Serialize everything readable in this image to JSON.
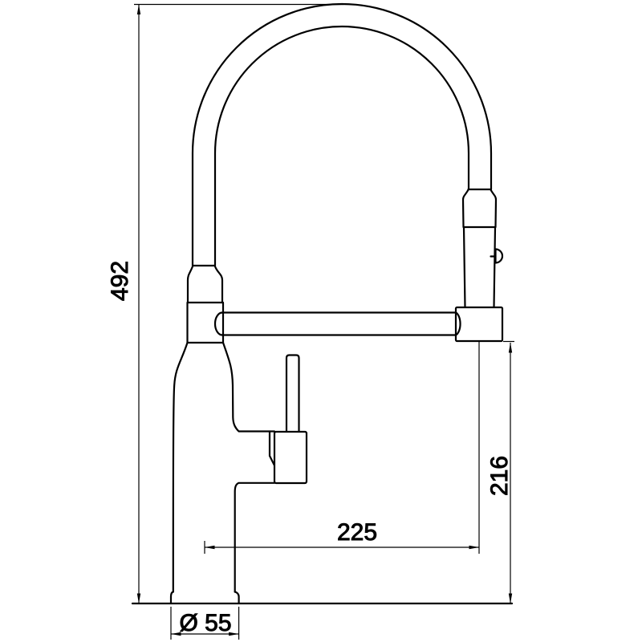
{
  "page": {
    "background_color": "#ffffff"
  },
  "drawing": {
    "line_color": "#000000",
    "text_color": "#000000",
    "dimensions": {
      "overall_height": "492",
      "outlet_height": "216",
      "spout_reach": "225",
      "base_diameter": "Ø 55"
    }
  }
}
